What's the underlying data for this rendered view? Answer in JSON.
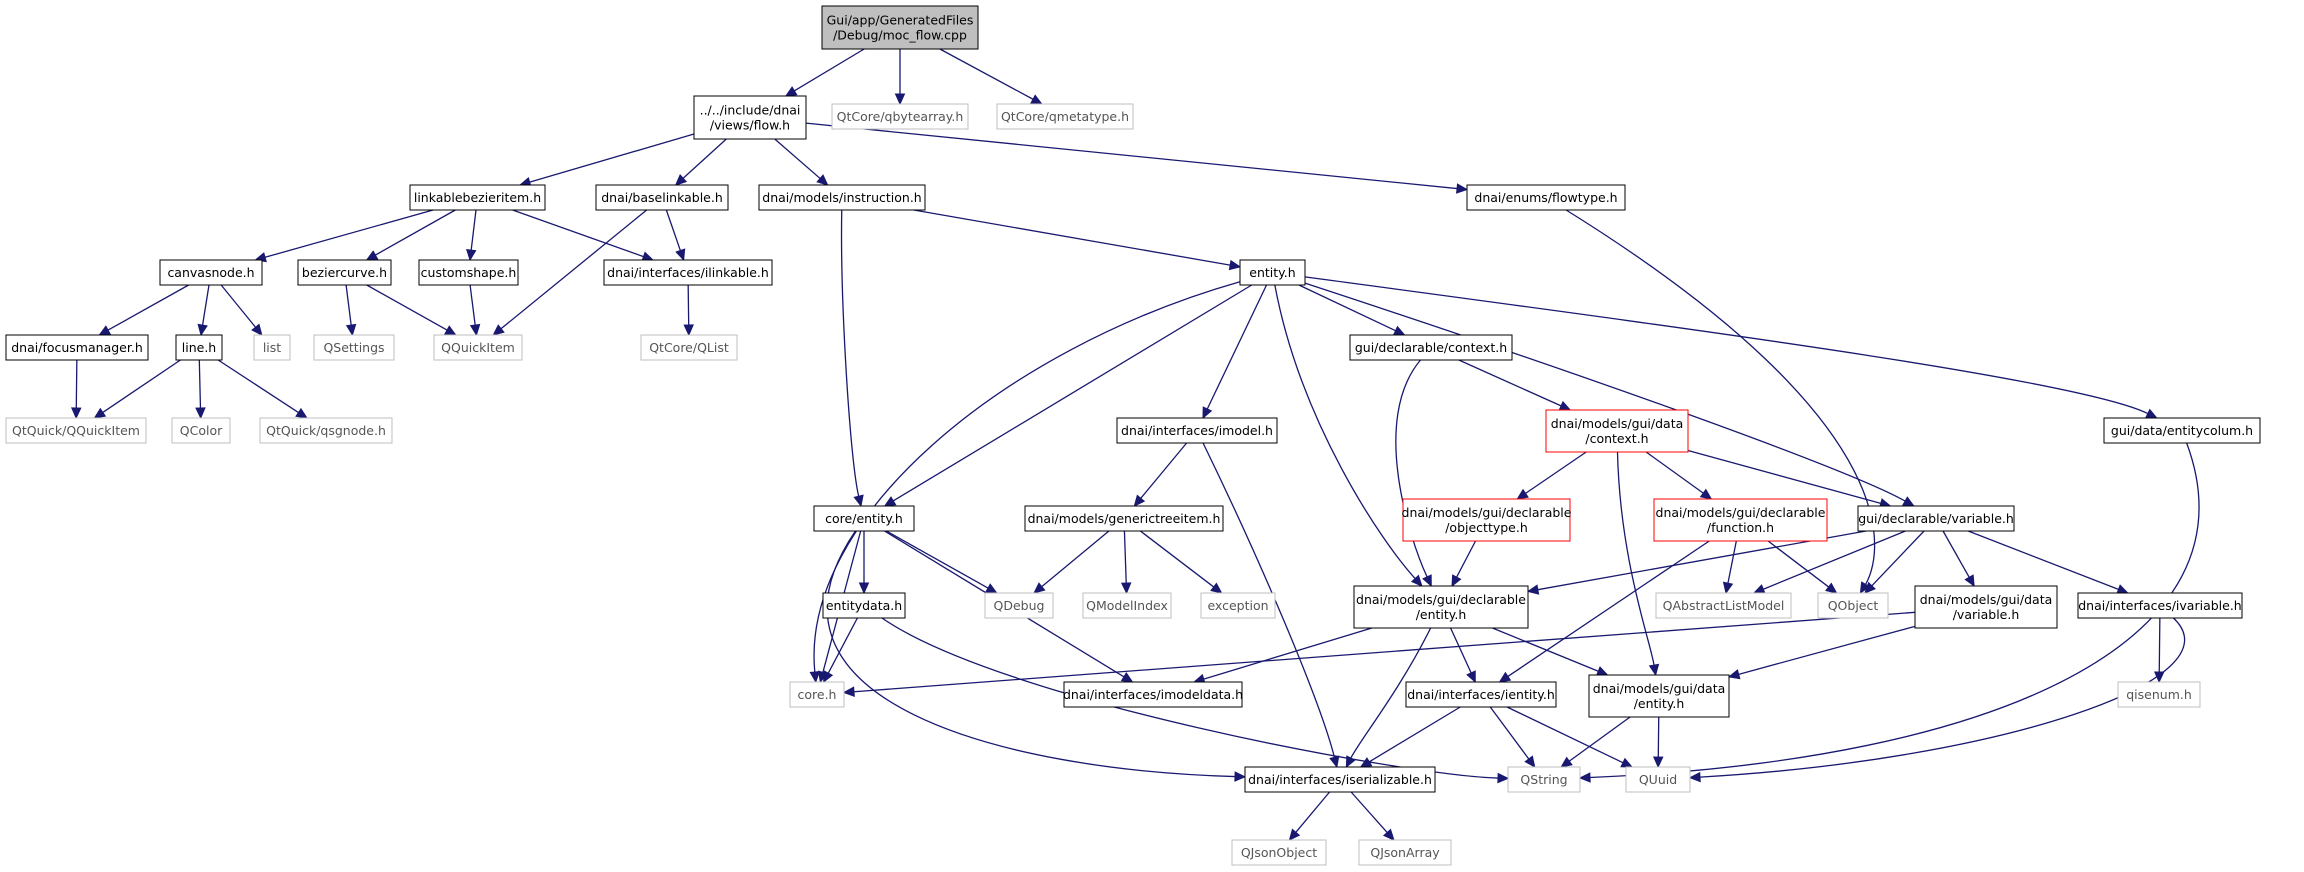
{
  "colors": {
    "edge": "#191970",
    "root_fill": "#bfbfbf",
    "root_stroke": "#000000",
    "normal_stroke": "#000000",
    "external_stroke": "#bfbfbf",
    "external_text": "#555555",
    "truncated_stroke": "#ff0000",
    "node_fill": "#ffffff"
  },
  "nodes": [
    {
      "id": "moc_flow",
      "label": [
        "Gui/app/GeneratedFiles",
        "/Debug/moc_flow.cpp"
      ],
      "kind": "root"
    },
    {
      "id": "flow_h",
      "label": [
        "../../include/dnai",
        "/views/flow.h"
      ],
      "kind": "normal"
    },
    {
      "id": "qbytearray",
      "label": [
        "QtCore/qbytearray.h"
      ],
      "kind": "external"
    },
    {
      "id": "qmetatype",
      "label": [
        "QtCore/qmetatype.h"
      ],
      "kind": "external"
    },
    {
      "id": "linkablebezieritem",
      "label": [
        "linkablebezieritem.h"
      ],
      "kind": "normal"
    },
    {
      "id": "baselinkable",
      "label": [
        "dnai/baselinkable.h"
      ],
      "kind": "normal"
    },
    {
      "id": "instruction",
      "label": [
        "dnai/models/instruction.h"
      ],
      "kind": "normal"
    },
    {
      "id": "flowtype",
      "label": [
        "dnai/enums/flowtype.h"
      ],
      "kind": "normal"
    },
    {
      "id": "canvasnode",
      "label": [
        "canvasnode.h"
      ],
      "kind": "normal"
    },
    {
      "id": "beziercurve",
      "label": [
        "beziercurve.h"
      ],
      "kind": "normal"
    },
    {
      "id": "customshape",
      "label": [
        "customshape.h"
      ],
      "kind": "normal"
    },
    {
      "id": "ilinkable",
      "label": [
        "dnai/interfaces/ilinkable.h"
      ],
      "kind": "normal"
    },
    {
      "id": "entity_h",
      "label": [
        "entity.h"
      ],
      "kind": "normal"
    },
    {
      "id": "focusmanager",
      "label": [
        "dnai/focusmanager.h"
      ],
      "kind": "normal"
    },
    {
      "id": "line_h",
      "label": [
        "line.h"
      ],
      "kind": "normal"
    },
    {
      "id": "list",
      "label": [
        "list"
      ],
      "kind": "external"
    },
    {
      "id": "qsettings",
      "label": [
        "QSettings"
      ],
      "kind": "external"
    },
    {
      "id": "qquickitem",
      "label": [
        "QQuickItem"
      ],
      "kind": "external"
    },
    {
      "id": "qlist",
      "label": [
        "QtCore/QList"
      ],
      "kind": "external"
    },
    {
      "id": "qtquick_qquickitem",
      "label": [
        "QtQuick/QQuickItem"
      ],
      "kind": "external"
    },
    {
      "id": "qcolor",
      "label": [
        "QColor"
      ],
      "kind": "external"
    },
    {
      "id": "qsgnode",
      "label": [
        "QtQuick/qsgnode.h"
      ],
      "kind": "external"
    },
    {
      "id": "gui_context",
      "label": [
        "gui/declarable/context.h"
      ],
      "kind": "normal"
    },
    {
      "id": "imodel",
      "label": [
        "dnai/interfaces/imodel.h"
      ],
      "kind": "normal"
    },
    {
      "id": "models_context",
      "label": [
        "dnai/models/gui/data",
        "/context.h"
      ],
      "kind": "truncated"
    },
    {
      "id": "entitycolum",
      "label": [
        "gui/data/entitycolum.h"
      ],
      "kind": "normal"
    },
    {
      "id": "core_entity",
      "label": [
        "core/entity.h"
      ],
      "kind": "normal"
    },
    {
      "id": "generictreeitem",
      "label": [
        "dnai/models/generictreeitem.h"
      ],
      "kind": "normal"
    },
    {
      "id": "objecttype",
      "label": [
        "dnai/models/gui/declarable",
        "/objecttype.h"
      ],
      "kind": "truncated"
    },
    {
      "id": "function_h",
      "label": [
        "dnai/models/gui/declarable",
        "/function.h"
      ],
      "kind": "truncated"
    },
    {
      "id": "gui_variable",
      "label": [
        "gui/declarable/variable.h"
      ],
      "kind": "normal"
    },
    {
      "id": "qdebug",
      "label": [
        "QDebug"
      ],
      "kind": "external"
    },
    {
      "id": "qmodelindex",
      "label": [
        "QModelIndex"
      ],
      "kind": "external"
    },
    {
      "id": "exception",
      "label": [
        "exception"
      ],
      "kind": "external"
    },
    {
      "id": "entitydata",
      "label": [
        "entitydata.h"
      ],
      "kind": "normal"
    },
    {
      "id": "decl_entity",
      "label": [
        "dnai/models/gui/declarable",
        "/entity.h"
      ],
      "kind": "normal"
    },
    {
      "id": "qabstractlistmodel",
      "label": [
        "QAbstractListModel"
      ],
      "kind": "external"
    },
    {
      "id": "qobject",
      "label": [
        "QObject"
      ],
      "kind": "external"
    },
    {
      "id": "data_variable",
      "label": [
        "dnai/models/gui/data",
        "/variable.h"
      ],
      "kind": "normal"
    },
    {
      "id": "ivariable",
      "label": [
        "dnai/interfaces/ivariable.h"
      ],
      "kind": "normal"
    },
    {
      "id": "core_h",
      "label": [
        "core.h"
      ],
      "kind": "external"
    },
    {
      "id": "imodeldata",
      "label": [
        "dnai/interfaces/imodeldata.h"
      ],
      "kind": "normal"
    },
    {
      "id": "ientity",
      "label": [
        "dnai/interfaces/ientity.h"
      ],
      "kind": "normal"
    },
    {
      "id": "data_entity",
      "label": [
        "dnai/models/gui/data",
        "/entity.h"
      ],
      "kind": "normal"
    },
    {
      "id": "qisenum",
      "label": [
        "qisenum.h"
      ],
      "kind": "external"
    },
    {
      "id": "iserializable",
      "label": [
        "dnai/interfaces/iserializable.h"
      ],
      "kind": "normal"
    },
    {
      "id": "qstring",
      "label": [
        "QString"
      ],
      "kind": "external"
    },
    {
      "id": "quuid",
      "label": [
        "QUuid"
      ],
      "kind": "external"
    },
    {
      "id": "qjsonobject",
      "label": [
        "QJsonObject"
      ],
      "kind": "external"
    },
    {
      "id": "qjsonarray",
      "label": [
        "QJsonArray"
      ],
      "kind": "external"
    }
  ],
  "edges": [
    [
      "moc_flow",
      "flow_h"
    ],
    [
      "moc_flow",
      "qbytearray"
    ],
    [
      "moc_flow",
      "qmetatype"
    ],
    [
      "flow_h",
      "linkablebezieritem"
    ],
    [
      "flow_h",
      "baselinkable"
    ],
    [
      "flow_h",
      "instruction"
    ],
    [
      "flow_h",
      "flowtype"
    ],
    [
      "linkablebezieritem",
      "canvasnode"
    ],
    [
      "linkablebezieritem",
      "beziercurve"
    ],
    [
      "linkablebezieritem",
      "customshape"
    ],
    [
      "linkablebezieritem",
      "ilinkable"
    ],
    [
      "baselinkable",
      "ilinkable"
    ],
    [
      "baselinkable",
      "qquickitem"
    ],
    [
      "instruction",
      "entity_h"
    ],
    [
      "instruction",
      "core_entity"
    ],
    [
      "flowtype",
      "qobject"
    ],
    [
      "canvasnode",
      "focusmanager"
    ],
    [
      "canvasnode",
      "line_h"
    ],
    [
      "canvasnode",
      "list"
    ],
    [
      "beziercurve",
      "qsettings"
    ],
    [
      "beziercurve",
      "qquickitem"
    ],
    [
      "customshape",
      "qquickitem"
    ],
    [
      "ilinkable",
      "qlist"
    ],
    [
      "focusmanager",
      "qtquick_qquickitem"
    ],
    [
      "line_h",
      "qtquick_qquickitem"
    ],
    [
      "line_h",
      "qcolor"
    ],
    [
      "line_h",
      "qsgnode"
    ],
    [
      "entity_h",
      "gui_context"
    ],
    [
      "entity_h",
      "imodel"
    ],
    [
      "entity_h",
      "entitycolum"
    ],
    [
      "entity_h",
      "core_entity"
    ],
    [
      "entity_h",
      "gui_variable"
    ],
    [
      "entity_h",
      "decl_entity"
    ],
    [
      "entity_h",
      "core_h"
    ],
    [
      "gui_context",
      "models_context"
    ],
    [
      "gui_context",
      "decl_entity"
    ],
    [
      "models_context",
      "objecttype"
    ],
    [
      "models_context",
      "function_h"
    ],
    [
      "models_context",
      "gui_variable"
    ],
    [
      "models_context",
      "data_entity"
    ],
    [
      "imodel",
      "generictreeitem"
    ],
    [
      "imodel",
      "iserializable"
    ],
    [
      "entitycolum",
      "qstring"
    ],
    [
      "core_entity",
      "entitydata"
    ],
    [
      "core_entity",
      "qdebug"
    ],
    [
      "core_entity",
      "core_h"
    ],
    [
      "core_entity",
      "imodeldata"
    ],
    [
      "core_entity",
      "iserializable"
    ],
    [
      "generictreeitem",
      "qdebug"
    ],
    [
      "generictreeitem",
      "qmodelindex"
    ],
    [
      "generictreeitem",
      "exception"
    ],
    [
      "objecttype",
      "decl_entity"
    ],
    [
      "function_h",
      "qabstractlistmodel"
    ],
    [
      "function_h",
      "qobject"
    ],
    [
      "function_h",
      "ientity"
    ],
    [
      "gui_variable",
      "decl_entity"
    ],
    [
      "gui_variable",
      "qabstractlistmodel"
    ],
    [
      "gui_variable",
      "qobject"
    ],
    [
      "gui_variable",
      "data_variable"
    ],
    [
      "gui_variable",
      "ivariable"
    ],
    [
      "entitydata",
      "core_h"
    ],
    [
      "entitydata",
      "qstring"
    ],
    [
      "decl_entity",
      "imodeldata"
    ],
    [
      "decl_entity",
      "ientity"
    ],
    [
      "decl_entity",
      "data_entity"
    ],
    [
      "decl_entity",
      "iserializable"
    ],
    [
      "data_variable",
      "core_h"
    ],
    [
      "data_variable",
      "data_entity"
    ],
    [
      "ivariable",
      "qisenum"
    ],
    [
      "ivariable",
      "quuid"
    ],
    [
      "ientity",
      "iserializable"
    ],
    [
      "ientity",
      "qstring"
    ],
    [
      "ientity",
      "quuid"
    ],
    [
      "data_entity",
      "qstring"
    ],
    [
      "data_entity",
      "quuid"
    ],
    [
      "iserializable",
      "qjsonobject"
    ],
    [
      "iserializable",
      "qjsonarray"
    ]
  ]
}
